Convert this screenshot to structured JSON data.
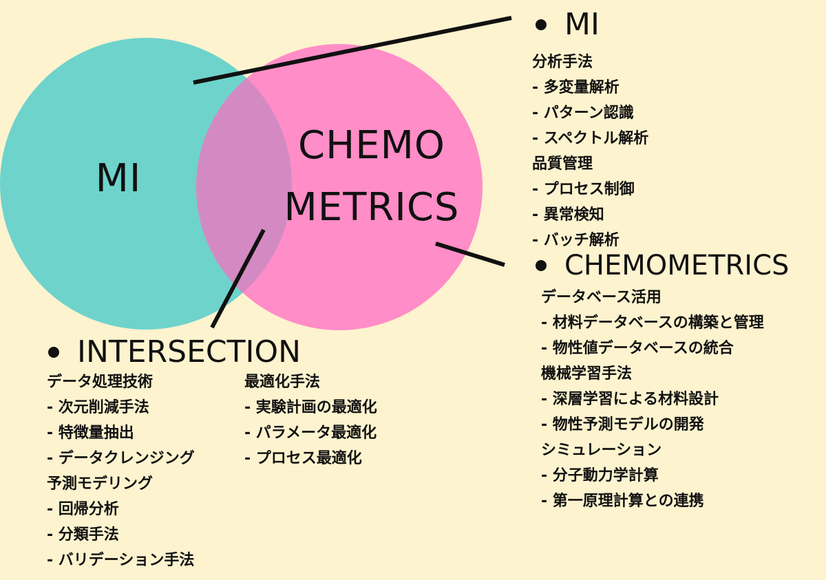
{
  "colors": {
    "background": "#FDF3CF",
    "mi_circle": "#6ED3CB",
    "chemometrics_circle": "#FF8DC7",
    "overlap": "#D38AC2",
    "text": "#111111"
  },
  "diagram": {
    "type": "venn",
    "circles": {
      "mi": "MI",
      "chemometrics_line1": "CHEMO",
      "chemometrics_line2": "METRICS"
    }
  },
  "mi_section": {
    "title": "MI",
    "lines": [
      "分析手法",
      "- 多変量解析",
      "- パターン認識",
      "- スペクトル解析",
      "品質管理",
      "- プロセス制御",
      "- 異常検知",
      "- バッチ解析"
    ]
  },
  "chemometrics_section": {
    "title": "CHEMOMETRICS",
    "lines": [
      "データベース活用",
      "- 材料データベースの構築と管理",
      "- 物性値データベースの統合",
      "機械学習手法",
      "- 深層学習による材料設計",
      "- 物性予測モデルの開発",
      "シミュレーション",
      "- 分子動力学計算",
      "- 第一原理計算との連携"
    ]
  },
  "intersection_section": {
    "title": "INTERSECTION",
    "column1": [
      "データ処理技術",
      "- 次元削減手法",
      "- 特徴量抽出",
      "- データクレンジング",
      "予測モデリング",
      "- 回帰分析",
      "- 分類手法",
      "- バリデーション手法"
    ],
    "column2": [
      "最適化手法",
      "- 実験計画の最適化",
      "- パラメータ最適化",
      "- プロセス最適化"
    ]
  }
}
